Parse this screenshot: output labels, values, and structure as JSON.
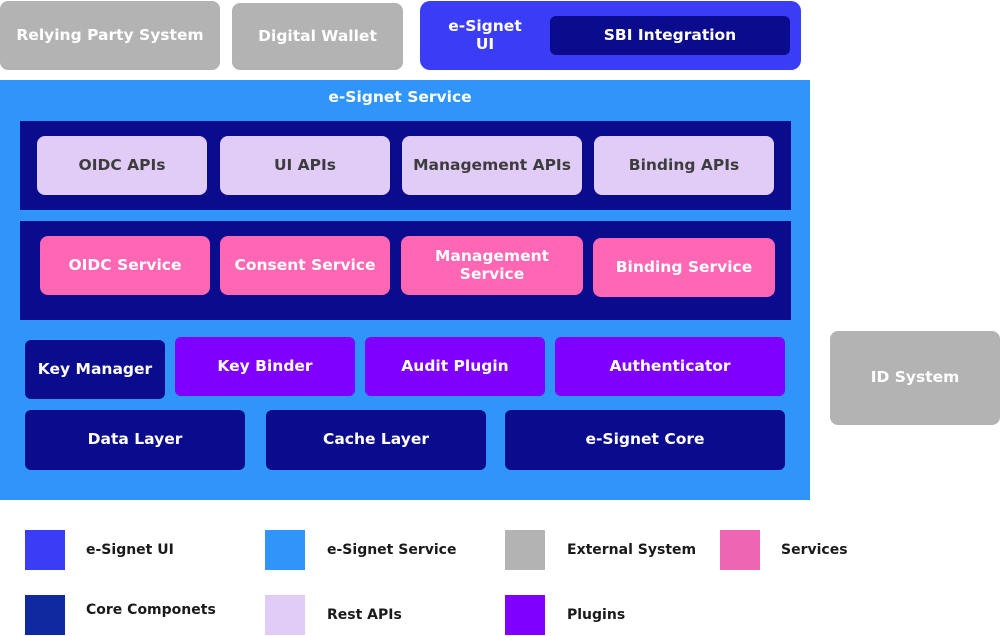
{
  "external": {
    "relying_party": "Relying Party System",
    "digital_wallet": "Digital Wallet",
    "id_system": "ID System"
  },
  "ui": {
    "label": "e-Signet UI",
    "sbi": "SBI Integration"
  },
  "service": {
    "title": "e-Signet Service",
    "apis": [
      "OIDC APIs",
      "UI APIs",
      "Management APIs",
      "Binding APIs"
    ],
    "services": [
      "OIDC Service",
      "Consent Service",
      "Management Service",
      "Binding Service"
    ],
    "key_manager": "Key Manager",
    "plugins": [
      "Key Binder",
      "Audit Plugin",
      "Authenticator"
    ],
    "core": [
      "Data Layer",
      "Cache Layer",
      "e-Signet Core"
    ]
  },
  "legend": [
    {
      "label": "e-Signet UI",
      "color": "#3a3df5"
    },
    {
      "label": "e-Signet Service",
      "color": "#2f95fb"
    },
    {
      "label": "External System",
      "color": "#b3b3b3"
    },
    {
      "label": "Services",
      "color": "#ee66b3"
    },
    {
      "label": "Core Componets",
      "color": "#0f2aa0"
    },
    {
      "label": "Rest APIs",
      "color": "#e1ccf8"
    },
    {
      "label": "Plugins",
      "color": "#7f00ff"
    }
  ]
}
